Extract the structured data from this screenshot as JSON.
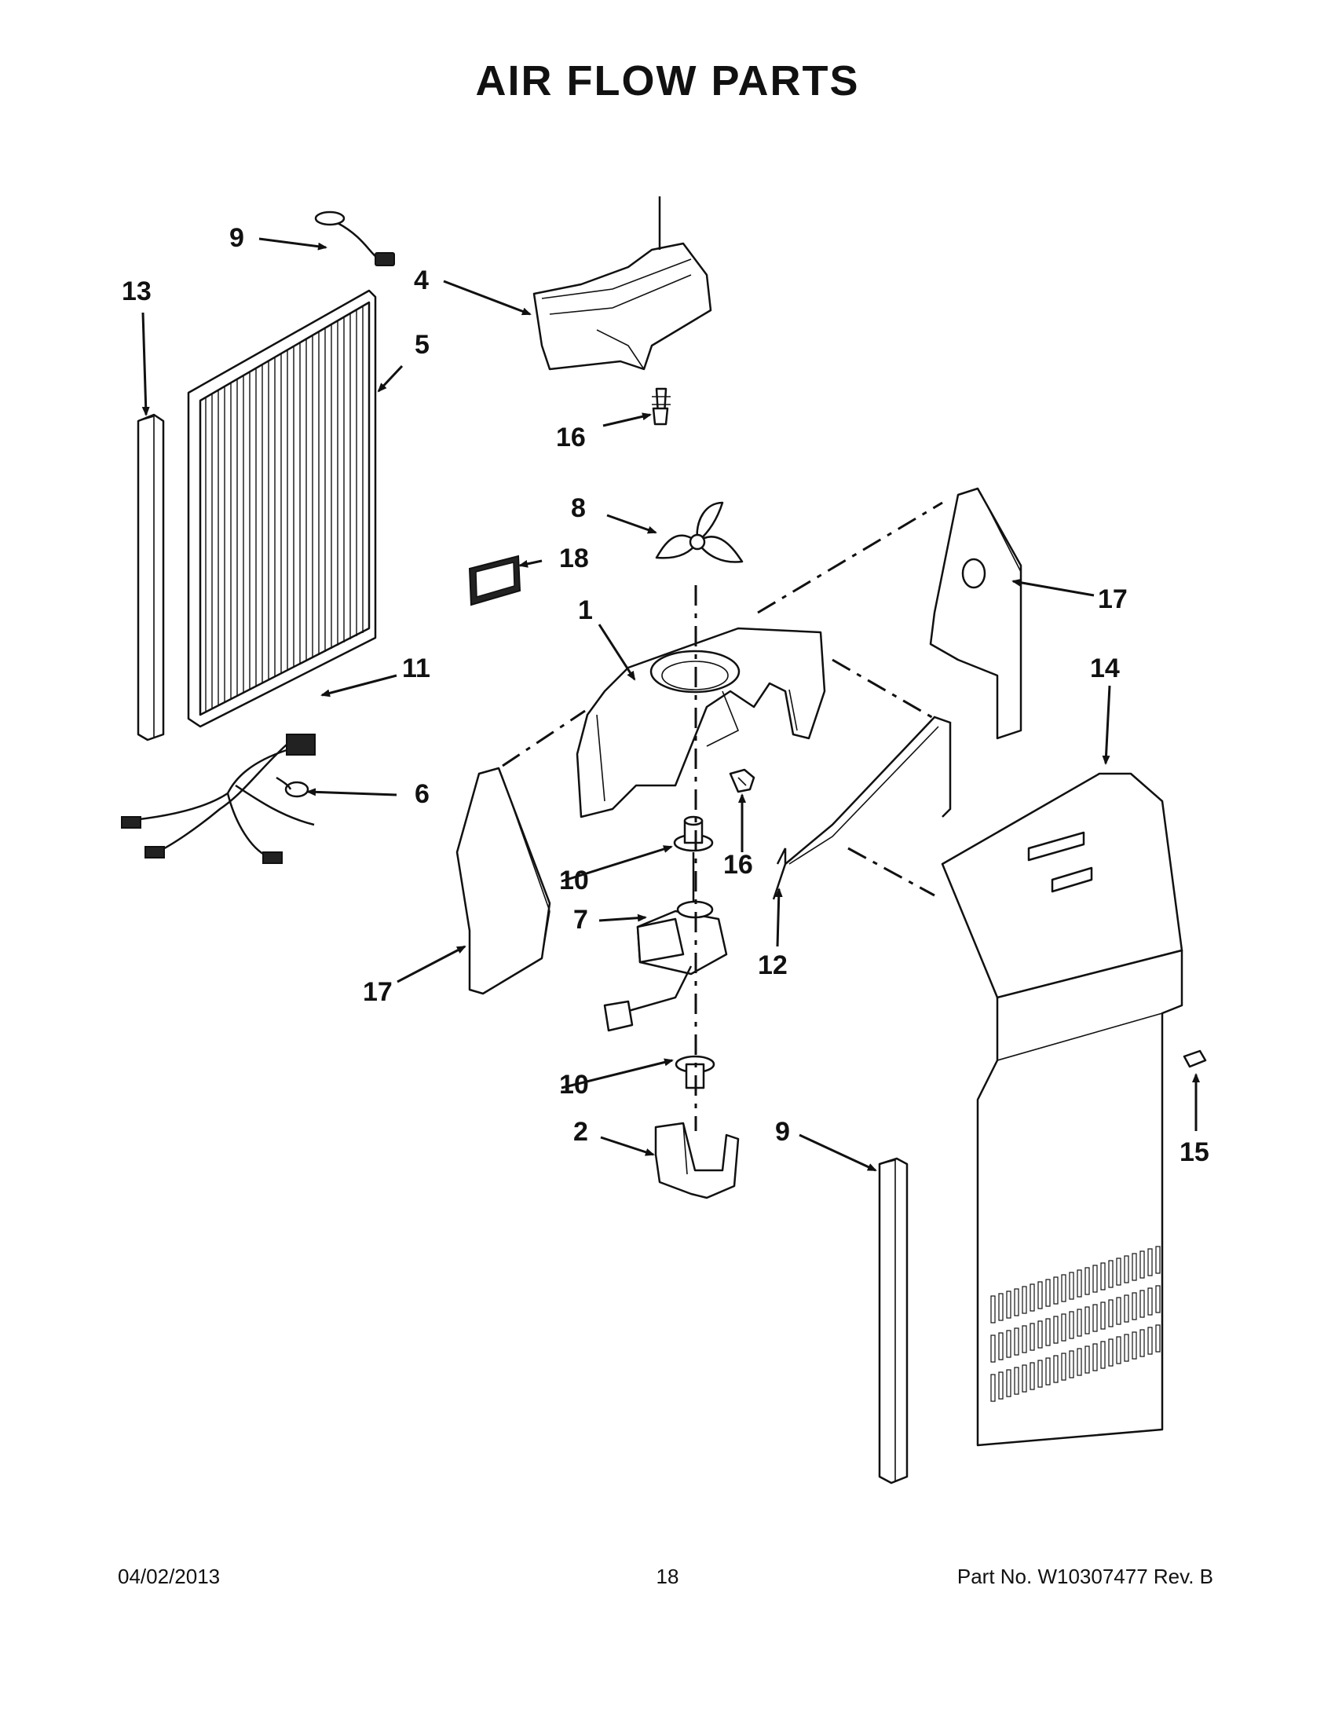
{
  "page": {
    "title": "AIR FLOW PARTS",
    "footer": {
      "date": "04/02/2013",
      "page_number": "18",
      "part_no": "Part No.  W10307477  Rev.  B"
    }
  },
  "callouts": [
    "1",
    "2",
    "4",
    "5",
    "6",
    "7",
    "8",
    "9",
    "9",
    "10",
    "10",
    "11",
    "12",
    "13",
    "14",
    "15",
    "16",
    "16",
    "17",
    "17",
    "18"
  ]
}
